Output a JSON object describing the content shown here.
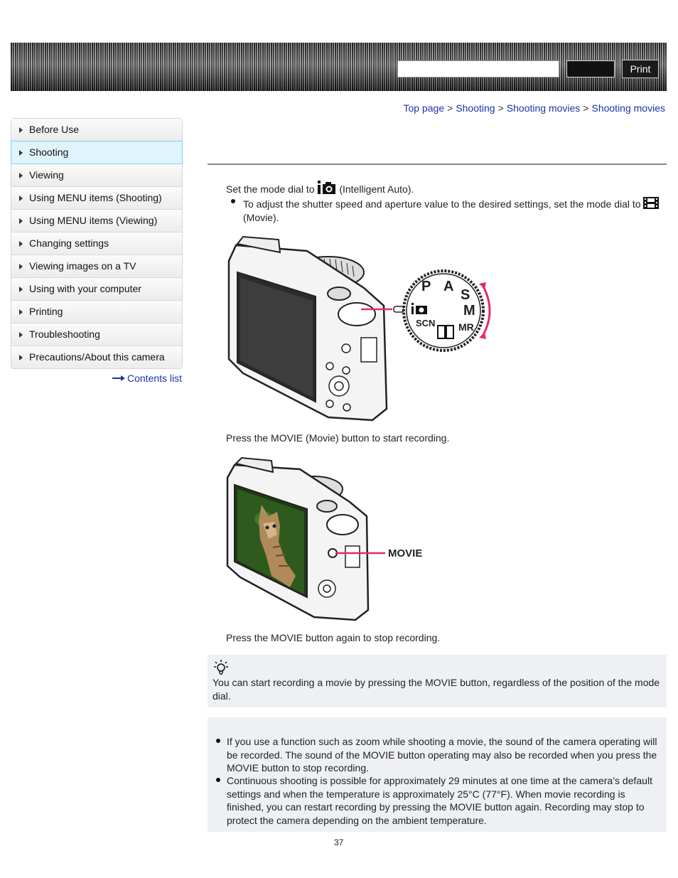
{
  "header": {
    "print_label": "Print"
  },
  "breadcrumb": {
    "items": [
      "Top page",
      "Shooting",
      "Shooting movies",
      "Shooting movies"
    ],
    "separator": ">"
  },
  "sidebar": {
    "items": [
      {
        "label": "Before Use"
      },
      {
        "label": "Shooting"
      },
      {
        "label": "Viewing"
      },
      {
        "label": "Using MENU items (Shooting)"
      },
      {
        "label": "Using MENU items (Viewing)"
      },
      {
        "label": "Changing settings"
      },
      {
        "label": "Viewing images on a TV"
      },
      {
        "label": "Using with your computer"
      },
      {
        "label": "Printing"
      },
      {
        "label": "Troubleshooting"
      },
      {
        "label": "Precautions/About this camera"
      }
    ],
    "active_index": 1,
    "contents_link": "Contents list"
  },
  "steps": {
    "step1_prefix": "Set the mode dial to",
    "step1_suffix": "(Intelligent Auto).",
    "step1_bullet_prefix": "To adjust the shutter speed and aperture value to the desired settings, set the mode dial to",
    "step1_bullet_suffix": "(Movie).",
    "step2": "Press the MOVIE (Movie) button to start recording.",
    "step2_callout": "MOVIE",
    "step3": "Press the MOVIE button again to stop recording."
  },
  "dial_labels": [
    "P",
    "A",
    "S",
    "M",
    "MR",
    "SCN"
  ],
  "tip": {
    "icon": "lightbulb-icon",
    "text": "You can start recording a movie by pressing the MOVIE button, regardless of the position of the mode dial."
  },
  "notes": [
    "If you use a function such as zoom while shooting a movie, the sound of the camera operating will be recorded. The sound of the MOVIE button operating may also be recorded when you press the MOVIE button to stop recording.",
    "Continuous shooting is possible for approximately 29 minutes at one time at the camera’s default settings and when the temperature is approximately 25°C (77°F). When movie recording is finished, you can restart recording by pressing the MOVIE button again. Recording may stop to protect the camera depending on the ambient temperature."
  ],
  "page_number": "37",
  "colors": {
    "link": "#1a33a8",
    "callout": "#e8286e",
    "active_nav_bg": "#dff4fb",
    "box_bg": "#eef0f4"
  }
}
